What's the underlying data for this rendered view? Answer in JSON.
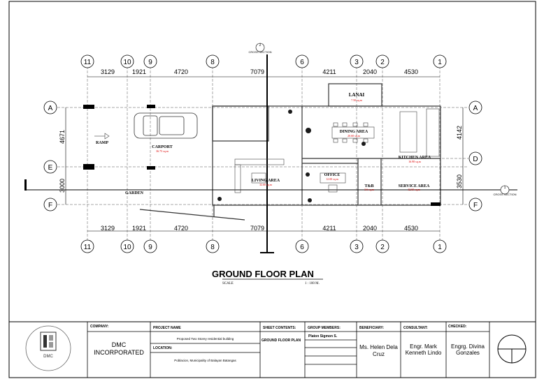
{
  "drawing": {
    "title": "GROUND FLOOR PLAN",
    "scale_label": "SCALE",
    "scale_value": "1 : 100 M.",
    "grid_columns": [
      "11",
      "10",
      "9",
      "8",
      "6",
      "3",
      "2",
      "1"
    ],
    "grid_rows": [
      "A",
      "E",
      "F",
      "D"
    ],
    "dimensions": [
      "3129",
      "1921",
      "4720",
      "7079",
      "4211",
      "2040",
      "4530"
    ],
    "side_dimensions": {
      "left_top": "4671",
      "left_bottom": "3000",
      "right_top": "4142",
      "right_bottom": "3530"
    },
    "section_marks": {
      "top_number": "2",
      "top_label": "CROSS SECTION",
      "right_number": "1",
      "right_label": "CROSS SECTION"
    },
    "rooms": [
      {
        "name": "LANAI",
        "area": "7.50 sq.m"
      },
      {
        "name": "DINING AREA",
        "area": "20.60 sq.m"
      },
      {
        "name": "KITCHEN AREA",
        "area": "16.98 sq.m"
      },
      {
        "name": "OFFICE",
        "area": "12.00 sq.m"
      },
      {
        "name": "T&B",
        "area": "3.6 sq.m"
      },
      {
        "name": "SERVICE AREA",
        "area": "12.65 sq.m"
      },
      {
        "name": "LIVING AREA",
        "area": "32.60 sq.m"
      },
      {
        "name": "CARPORT",
        "area": "36.75 sq.m"
      },
      {
        "name": "RAMP",
        "area": ""
      },
      {
        "name": "GARDEN",
        "area": ""
      }
    ]
  },
  "title_block": {
    "company_label": "COMPANY:",
    "company_name_line1": "DMC",
    "company_name_line2": "INCORPORATED",
    "logo_text": "DMC",
    "project_label": "PROJECT NAME",
    "project_value": "Proposed Two Storey residential building",
    "location_label": "LOCATION:",
    "location_value": "Poblacion, Municipality of Balayan Batangas",
    "sheet_label": "SHEET CONTENTS:",
    "sheet_value": "GROUND FLOOR PLAN",
    "members_label": "GROUP MEMBERS:",
    "members_value": "Platon Sigmon S.",
    "beneficiary_label": "BENEFICIARY:",
    "beneficiary_line1": "Ms. Helen Dela",
    "beneficiary_line2": "Cruz",
    "consultant_label": "CONSULTANT:",
    "consultant_line1": "Engr. Mark",
    "consultant_line2": "Kenneth Lindo",
    "checked_label": "CHECKED:",
    "checked_line1": "Engrg. Divina",
    "checked_line2": "Gonzales"
  }
}
